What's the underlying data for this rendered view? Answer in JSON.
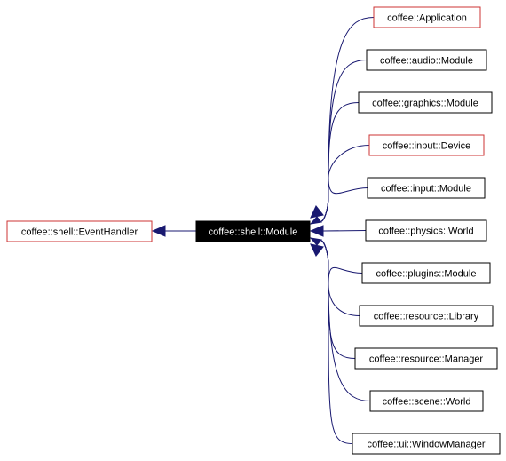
{
  "diagram": {
    "colors": {
      "edge": "#191970",
      "red_border": "#cc3333",
      "black_border": "#000000",
      "center_fill": "#000000",
      "center_text": "#ffffff",
      "text": "#000000"
    },
    "base": {
      "label": "coffee::shell::EventHandler",
      "border": "red"
    },
    "center": {
      "label": "coffee::shell::Module"
    },
    "derived": [
      {
        "label": "coffee::Application",
        "border": "red"
      },
      {
        "label": "coffee::audio::Module",
        "border": "black"
      },
      {
        "label": "coffee::graphics::Module",
        "border": "black"
      },
      {
        "label": "coffee::input::Device",
        "border": "red"
      },
      {
        "label": "coffee::input::Module",
        "border": "black"
      },
      {
        "label": "coffee::physics::World",
        "border": "black"
      },
      {
        "label": "coffee::plugins::Module",
        "border": "black"
      },
      {
        "label": "coffee::resource::Library",
        "border": "black"
      },
      {
        "label": "coffee::resource::Manager",
        "border": "black"
      },
      {
        "label": "coffee::scene::World",
        "border": "black"
      },
      {
        "label": "coffee::ui::WindowManager",
        "border": "black"
      }
    ]
  }
}
